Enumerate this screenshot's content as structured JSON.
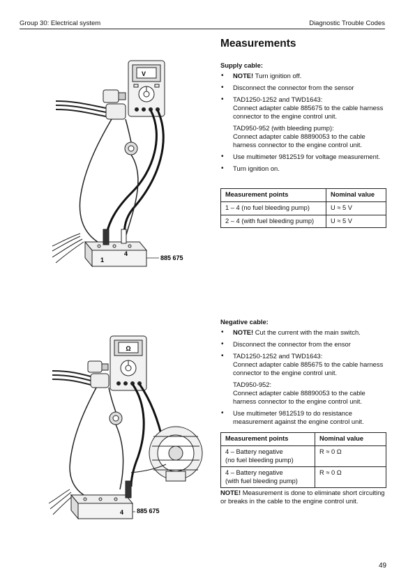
{
  "header": {
    "left": "Group 30: Electrical system",
    "right": "Diagnostic Trouble Codes"
  },
  "title": "Measurements",
  "supply": {
    "heading": "Supply cable:",
    "items": [
      {
        "strong": "NOTE!",
        "text": " Turn ignition off."
      },
      {
        "text": "Disconnect the connector from the sensor"
      },
      {
        "line1": "TAD1250-1252 and TWD1643:",
        "line2": "Connect adapter cable 885675 to the cable harness connector to the engine control unit.",
        "line3": "TAD950-952 (with bleeding pump):",
        "line4": "Connect adapter cable 88890053 to the cable harness connector to the engine control unit."
      },
      {
        "text": "Use multimeter 9812519 for voltage measurement."
      },
      {
        "text": "Turn ignition on."
      }
    ],
    "table": {
      "headers": [
        "Measurement points",
        "Nominal value"
      ],
      "rows": [
        [
          "1 – 4 (no fuel bleeding pump)",
          "U ≈ 5 V"
        ],
        [
          "2 – 4 (with fuel bleeding pump)",
          "U ≈ 5 V"
        ]
      ]
    }
  },
  "negative": {
    "heading": "Negative cable:",
    "items": [
      {
        "strong": "NOTE!",
        "text": " Cut the current with the main switch."
      },
      {
        "text": "Disconnect the connector from the ensor"
      },
      {
        "line1": "TAD1250-1252 and TWD1643:",
        "line2": "Connect adapter cable 885675 to the cable harness connector to the engine control unit.",
        "line3": "TAD950-952:",
        "line4": "Connect adapter cable 88890053 to the cable harness connector to the engine control unit."
      },
      {
        "text": "Use multimeter 9812519 to do resistance measurement against the engine control unit."
      }
    ],
    "table": {
      "headers": [
        "Measurement points",
        "Nominal value"
      ],
      "rows": [
        {
          "line1": "4 – Battery negative",
          "line2": "(no fuel bleeding pump)",
          "value": "R ≈ 0 Ω"
        },
        {
          "line1": "4 – Battery negative",
          "line2": "(with fuel bleeding pump)",
          "value": "R ≈ 0 Ω"
        }
      ]
    },
    "note": {
      "strong": "NOTE!",
      "text": " Measurement is done to eliminate short circuiting or breaks in the cable to the engine control unit."
    }
  },
  "figures": {
    "fig1": {
      "meter_symbol": "V",
      "part_number": "885 675",
      "pin_a": "1",
      "pin_b": "4"
    },
    "fig2": {
      "meter_symbol": "Ω",
      "part_number": "885 675",
      "pin_a": "4"
    }
  },
  "page_number": "49"
}
